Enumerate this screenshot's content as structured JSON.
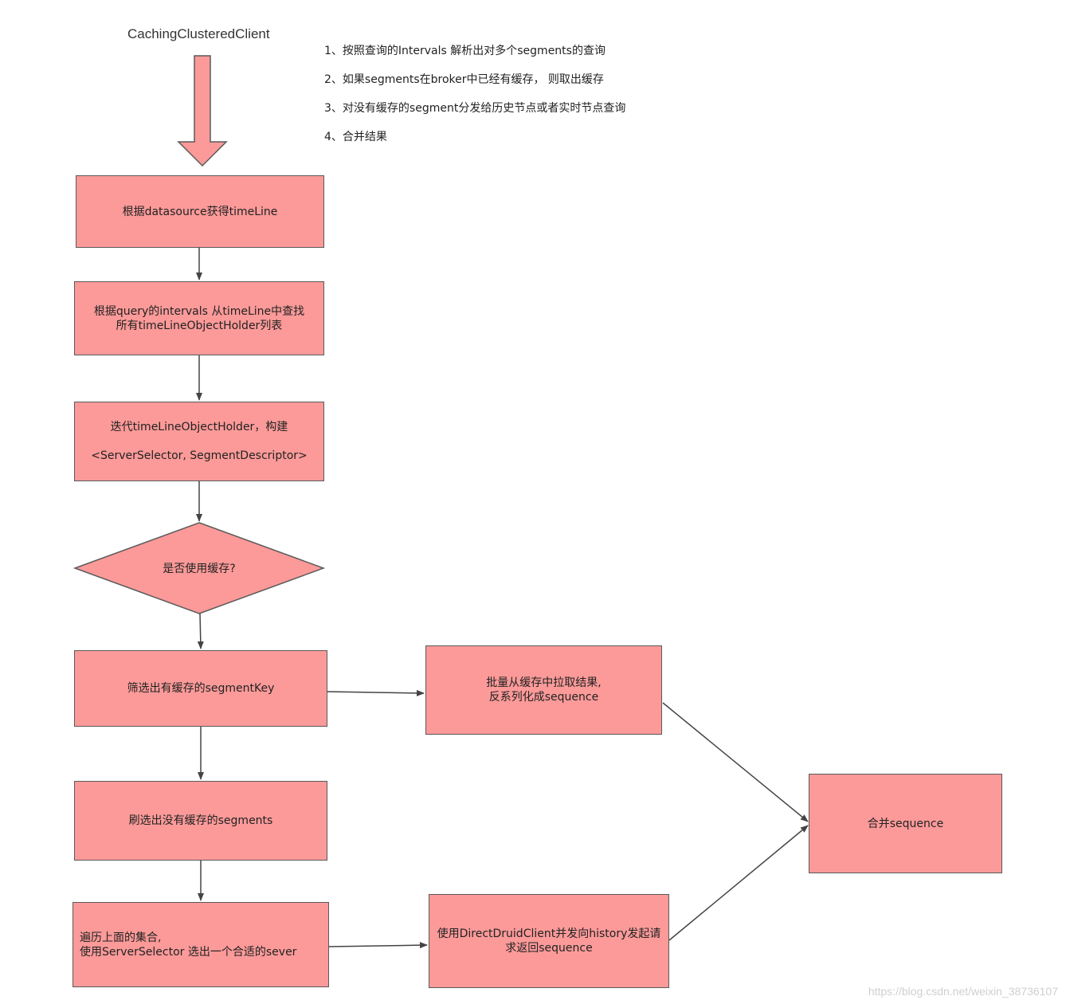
{
  "title": "CachingClusteredClient",
  "notes": [
    "1、按照查询的Intervals 解析出对多个segments的查询",
    "2、如果segments在broker中已经有缓存， 则取出缓存",
    "3、对没有缓存的segment分发给历史节点或者实时节点查询",
    "4、合并结果"
  ],
  "nodes": {
    "get_timeline": [
      "根据datasource获得timeLine"
    ],
    "find_holders": [
      "根据query的intervals 从timeLine中查找",
      "所有timeLineObjectHolder列表"
    ],
    "iterate_holders": [
      "迭代timeLineObjectHolder，构建",
      "<ServerSelector, SegmentDescriptor>"
    ],
    "use_cache_decision": "是否使用缓存?",
    "filter_cached": [
      "筛选出有缓存的segmentKey"
    ],
    "batch_pull": [
      "批量从缓存中拉取结果,",
      "反系列化成sequence"
    ],
    "filter_uncached": [
      "刷选出没有缓存的segments"
    ],
    "traverse_select": [
      "遍历上面的集合,",
      "使用ServerSelector 选出一个合适的sever"
    ],
    "direct_client": [
      "使用DirectDruidClient并发向history发起请",
      "求返回sequence"
    ],
    "merge": [
      "合并sequence"
    ]
  },
  "colors": {
    "node_fill": "#fb9a99",
    "node_border": "#5a5a5a",
    "arrow": "#444444"
  },
  "watermark": "https://blog.csdn.net/weixin_38736107"
}
